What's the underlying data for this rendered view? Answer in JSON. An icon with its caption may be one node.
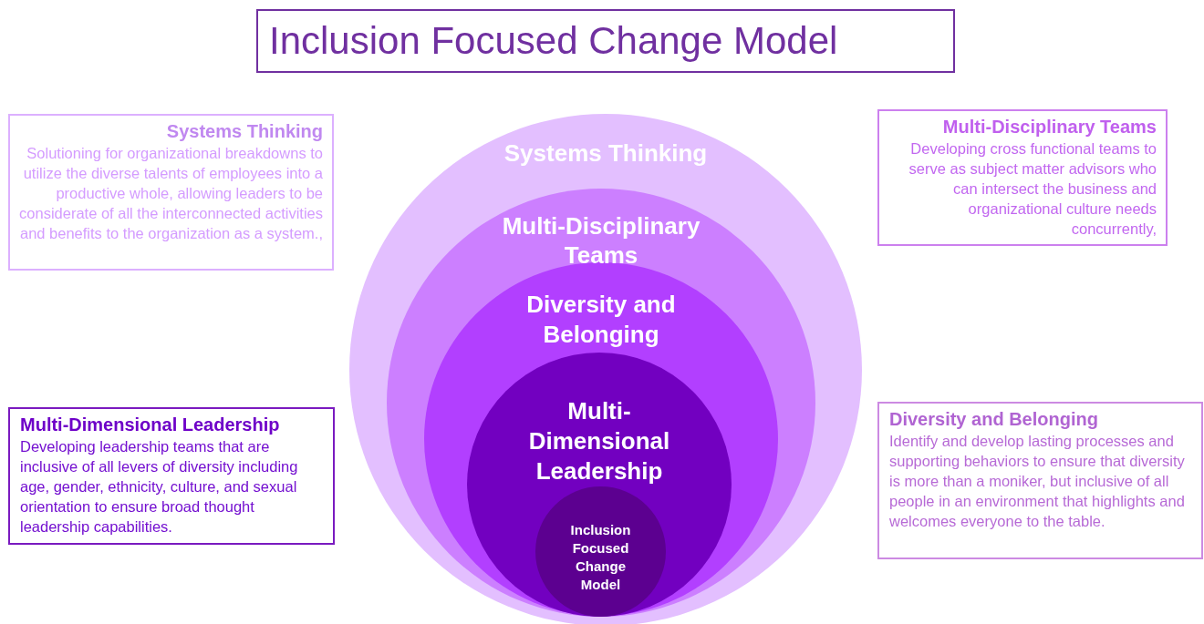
{
  "diagram": {
    "title": "Inclusion Focused Change Model",
    "nodes": [
      {
        "text": [
          "Systems Thinking"
        ]
      },
      {
        "text": [
          "Multi-Disciplinary Teams"
        ],
        "in": 0
      },
      {
        "text": [
          "Diversity and Belonging"
        ],
        "in": 1
      },
      {
        "text": [
          "Multi-Dimensional Leadership"
        ],
        "in": 2
      },
      {
        "text": [
          "Inclusion Focused Change Model"
        ],
        "in": 3
      },
      {
        "text": [
          "Systems Thinking",
          "Solutioning for organizational breakdowns to utilize the diverse talents of employees into a productive whole, allowing leaders to be considerate of all the interconnected activities and benefits to the organization as a system.,"
        ]
      },
      {
        "text": [
          "Multi-Disciplinary Teams",
          "Developing cross functional teams to serve as subject matter advisors who can intersect the business and organizational culture needs concurrently,"
        ]
      },
      {
        "text": [
          "Multi-Dimensional Leadership",
          "Developing leadership teams that are inclusive of all levers of diversity including age, gender, ethnicity, culture, and sexual orientation to ensure broad thought leadership capabilities."
        ]
      },
      {
        "text": [
          "Diversity and Belonging",
          "Identify and develop lasting processes and supporting behaviors to ensure that diversity is more than a moniker, but inclusive of all people in an environment that highlights and welcomes everyone to the table."
        ]
      }
    ]
  }
}
